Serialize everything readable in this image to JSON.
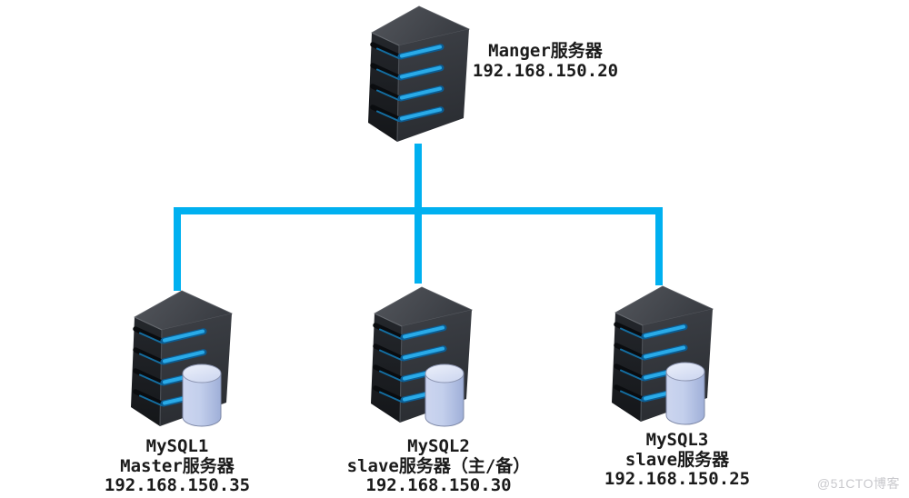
{
  "diagram": {
    "background": "#ffffff",
    "connector_color": "#00b0f0",
    "server_colors": {
      "top_face": "#4a4d53",
      "right_face": "#34373d",
      "left_face": "#1b1e23",
      "stripe_blue": "#29aae8"
    },
    "database_color": "#c3cfec",
    "nodes": {
      "manager": {
        "name": "Manger服务器",
        "ip": "192.168.150.20"
      },
      "mysql1": {
        "title": "MySQL1",
        "role": "Master服务器",
        "ip": "192.168.150.35"
      },
      "mysql2": {
        "title": "MySQL2",
        "role": "slave服务器（主/备）",
        "ip": "192.168.150.30"
      },
      "mysql3": {
        "title": "MySQL3",
        "role": "slave服务器",
        "ip": "192.168.150.25"
      }
    },
    "watermark": "@51CTO博客"
  },
  "icons": {
    "server": "server-tower-icon",
    "database": "database-cylinder-icon"
  }
}
